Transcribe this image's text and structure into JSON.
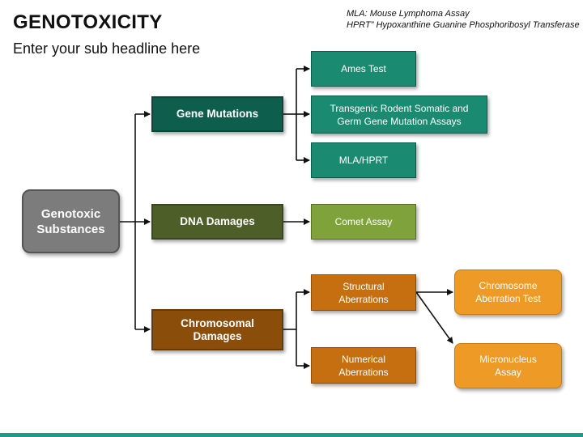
{
  "title": "GENOTOXICITY",
  "subtitle": "Enter your sub headline here",
  "notes": {
    "line1": "MLA: Mouse Lymphoma Assay",
    "line2": "HPRT” Hypoxanthine Guanine Phosphoribosyl Transferase"
  },
  "root": {
    "line1": "Genotoxic",
    "line2": "Substances"
  },
  "gene_mutations": {
    "label": "Gene Mutations",
    "children": {
      "ames": "Ames Test",
      "transgenic_line1": "Transgenic Rodent Somatic and",
      "transgenic_line2": "Germ Gene Mutation Assays",
      "mla": "MLA/HPRT"
    }
  },
  "dna_damages": {
    "label": "DNA Damages",
    "children": {
      "comet": "Comet Assay"
    }
  },
  "chromosomal_damages": {
    "line1": "Chromosomal",
    "line2": "Damages",
    "children": {
      "structural_line1": "Structural",
      "structural_line2": "Aberrations",
      "numerical_line1": "Numerical",
      "numerical_line2": "Aberrations"
    }
  },
  "outcomes": {
    "chromosome_line1": "Chromosome",
    "chromosome_line2": "Aberration Test",
    "micronucleus_line1": "Micronucleus",
    "micronucleus_line2": "Assay"
  },
  "colors": {
    "gene_mutations": "#0e5e4e",
    "dna_damages": "#4d5e28",
    "chromosomal_damages": "#8a4d0a",
    "gene_children": "#1a8a70",
    "dna_children": "#7fa23a",
    "chromosomal_children": "#c56f10",
    "outcomes": "#ee9a26",
    "root": "#7c7c7c",
    "accent_bar": "#1d9b87"
  }
}
